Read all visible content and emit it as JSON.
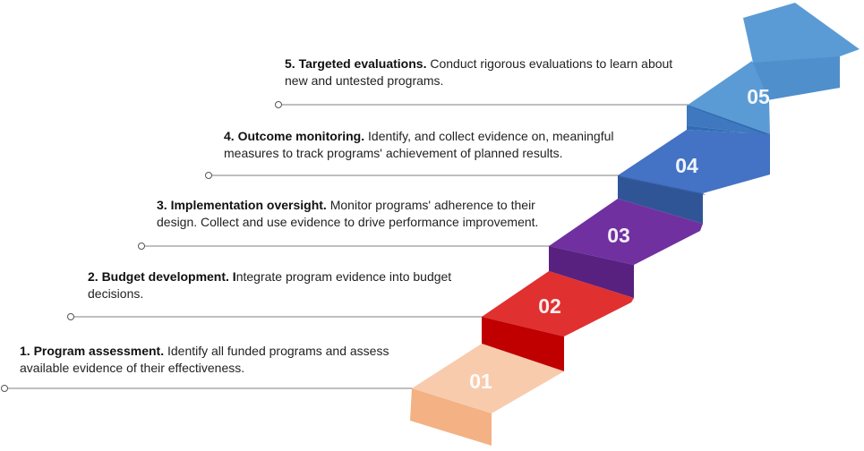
{
  "colors": {
    "step1": "#f4b183",
    "step2": "#e03030",
    "step3": "#7030a0",
    "step4": "#4472c4",
    "step5": "#5b9bd5",
    "line": "#7f7f7f"
  },
  "steps": [
    {
      "number": "01",
      "title": "1. Program assessment.",
      "description": " Identify all funded programs and assess available evidence of their effectiveness."
    },
    {
      "number": "02",
      "title": "2. Budget development. I",
      "description": "ntegrate program evidence into budget decisions."
    },
    {
      "number": "03",
      "title": "3. Implementation oversight.",
      "description": " Monitor programs' adherence to their design. Collect and use evidence to drive performance improvement."
    },
    {
      "number": "04",
      "title": "4. Outcome monitoring.",
      "description": " Identify, and collect evidence on, meaningful measures to track programs' achievement of planned results."
    },
    {
      "number": "05",
      "title": "5. Targeted evaluations.",
      "description": " Conduct rigorous evaluations to learn about new and untested programs."
    }
  ]
}
